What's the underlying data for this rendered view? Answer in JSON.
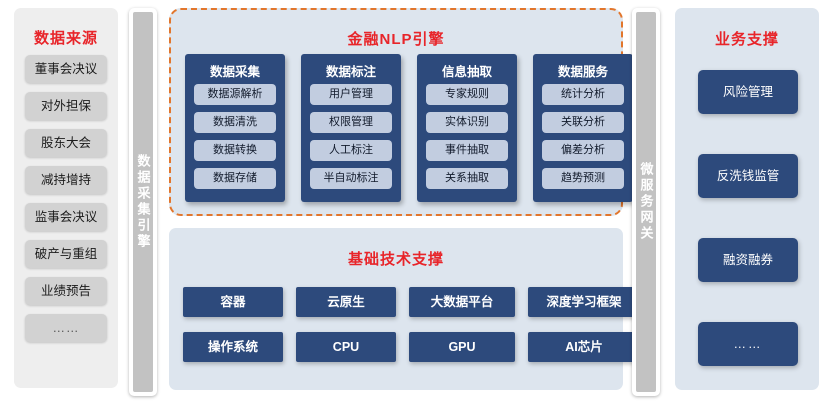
{
  "left_panel": {
    "title": "数据来源",
    "items": [
      {
        "label": "董事会决议"
      },
      {
        "label": "对外担保"
      },
      {
        "label": "股东大会"
      },
      {
        "label": "减持增持"
      },
      {
        "label": "监事会决议"
      },
      {
        "label": "破产与重组"
      },
      {
        "label": "业绩预告"
      },
      {
        "label": "……"
      }
    ]
  },
  "collect_bar": {
    "label": "数据采集引擎"
  },
  "gateway_bar": {
    "label": "微服务网关"
  },
  "nlp": {
    "title": "金融NLP引擎",
    "columns": [
      {
        "title": "数据采集",
        "items": [
          "数据源解析",
          "数据清洗",
          "数据转换",
          "数据存储"
        ]
      },
      {
        "title": "数据标注",
        "items": [
          "用户管理",
          "权限管理",
          "人工标注",
          "半自动标注"
        ]
      },
      {
        "title": "信息抽取",
        "items": [
          "专家规则",
          "实体识别",
          "事件抽取",
          "关系抽取"
        ]
      },
      {
        "title": "数据服务",
        "items": [
          "统计分析",
          "关联分析",
          "偏差分析",
          "趋势预测"
        ]
      }
    ]
  },
  "tech": {
    "title": "基础技术支撑",
    "row1": [
      "容器",
      "云原生",
      "大数据平台",
      "深度学习框架"
    ],
    "row2": [
      "操作系统",
      "CPU",
      "GPU",
      "AI芯片"
    ]
  },
  "right_panel": {
    "title": "业务支撑",
    "items": [
      {
        "label": "风险管理"
      },
      {
        "label": "反洗钱监管"
      },
      {
        "label": "融资融券"
      },
      {
        "label": "……"
      }
    ]
  },
  "colors": {
    "title_red": "#e8252a",
    "deep_blue": "#2d4a7c",
    "light_blue_panel": "#dde5ee",
    "gray_panel": "#eeeeee",
    "gray_pill": "#d2d2d2",
    "dashed_orange": "#e2762c",
    "nlp_item_blue": "#c2cde0"
  }
}
